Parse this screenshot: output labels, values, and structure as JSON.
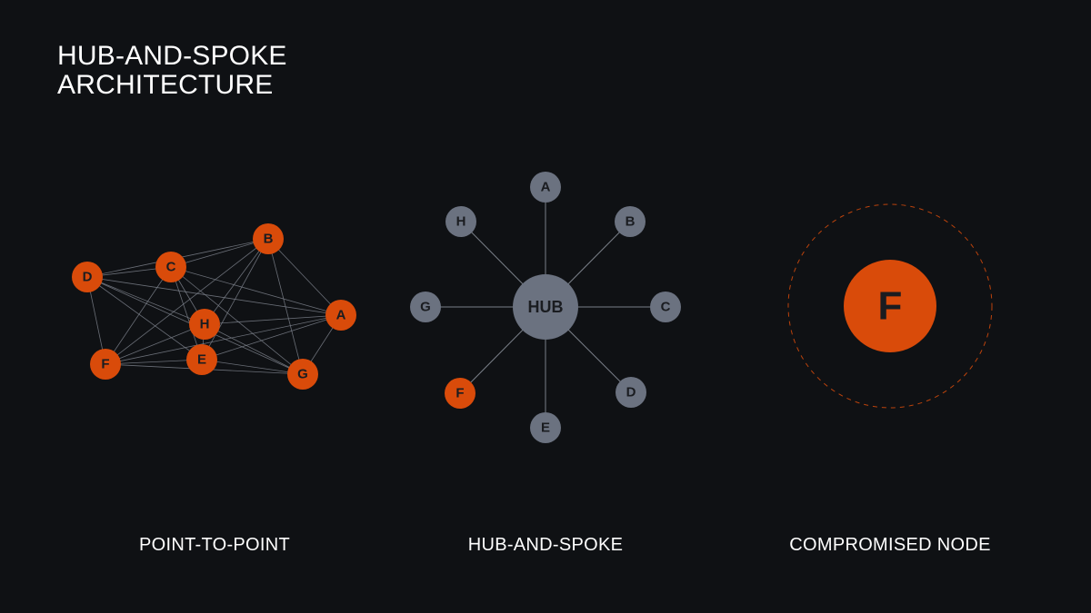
{
  "title": {
    "line1": "HUB-AND-SPOKE",
    "line2": "ARCHITECTURE"
  },
  "colors": {
    "background": "#0f1114",
    "compromised": "#d94b0a",
    "node": "#6b7280",
    "edge": "#7a7f88",
    "label_dark": "#1a1c20"
  },
  "panels": {
    "point_to_point": {
      "caption": "POINT-TO-POINT",
      "nodes": [
        "A",
        "B",
        "C",
        "D",
        "E",
        "F",
        "G",
        "H"
      ],
      "topology": "full-mesh",
      "all_nodes_state": "compromised"
    },
    "hub_and_spoke": {
      "caption": "HUB-AND-SPOKE",
      "hub_label": "HUB",
      "spokes": [
        "A",
        "B",
        "C",
        "D",
        "E",
        "F",
        "G",
        "H"
      ],
      "compromised": [
        "F"
      ]
    },
    "compromised_node": {
      "caption": "COMPROMISED NODE",
      "node_label": "F",
      "isolation_ring": "dashed"
    }
  }
}
